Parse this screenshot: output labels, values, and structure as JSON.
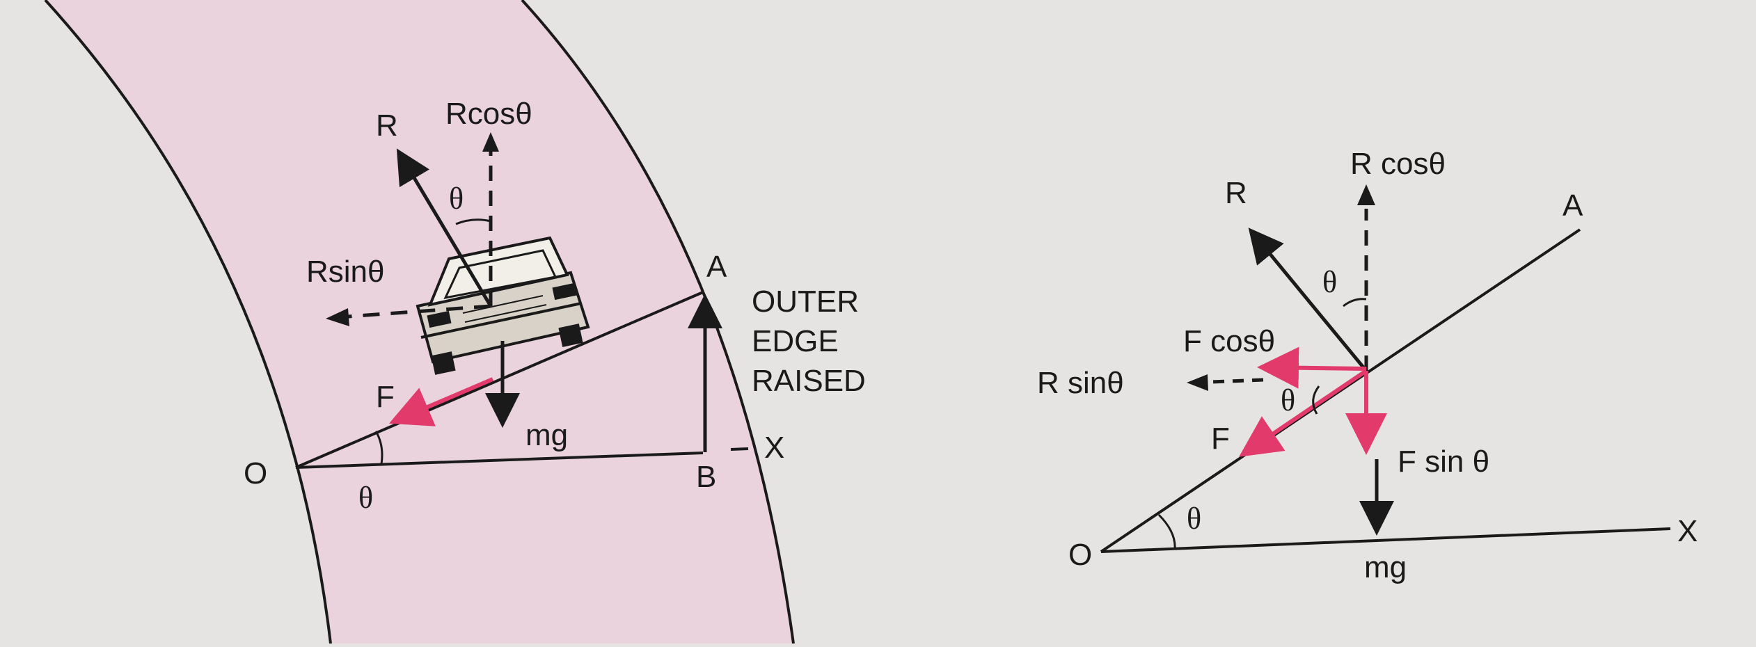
{
  "colors": {
    "page": "#e6e4e2",
    "road": "#ead3dc",
    "ink": "#1a1a1a",
    "friction": "#e23a6a",
    "car_body": "#d8d2c8"
  },
  "left_diagram": {
    "label_R": "R",
    "label_Rcos": "Rcosθ",
    "label_theta_top": "θ",
    "label_Rsin": "Rsinθ",
    "label_A": "A",
    "label_outer": "OUTER",
    "label_edge": "EDGE",
    "label_raised": "RAISED",
    "label_F": "F",
    "label_mg": "mg",
    "label_O": "O",
    "label_B": "B",
    "label_X": "X",
    "label_theta_base": "θ"
  },
  "right_diagram": {
    "label_R": "R",
    "label_Rcos": "R cosθ",
    "label_A": "A",
    "label_theta_top": "θ",
    "label_Fcos": "F cosθ",
    "label_Rsin": "R sinθ",
    "label_theta_mid": "θ",
    "label_F": "F",
    "label_Fsin": "F sin θ",
    "label_O": "O",
    "label_theta_base": "θ",
    "label_X": "X",
    "label_mg": "mg"
  }
}
